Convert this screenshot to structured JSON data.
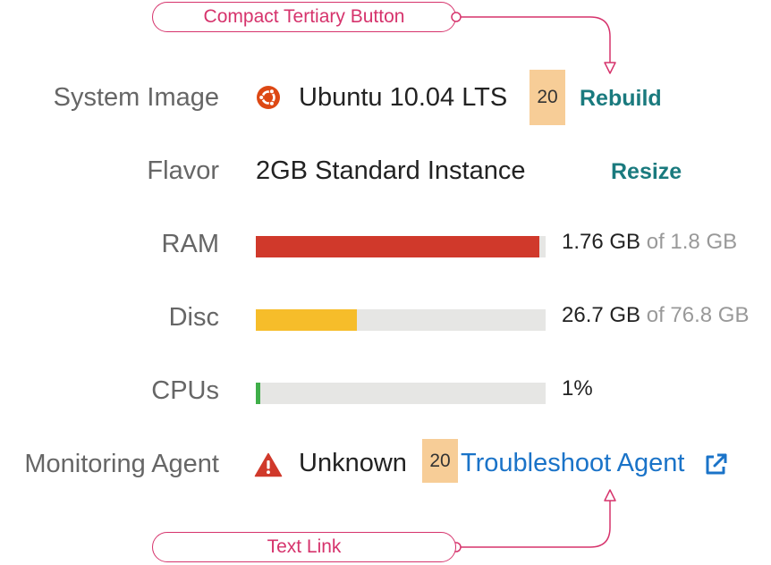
{
  "annotations": {
    "top": "Compact Tertiary Button",
    "bottom": "Text Link"
  },
  "rows": {
    "system_image": {
      "label": "System Image",
      "value": "Ubuntu 10.04 LTS",
      "badge": "20",
      "action": "Rebuild",
      "icon": "ubuntu-logo-icon"
    },
    "flavor": {
      "label": "Flavor",
      "value": "2GB Standard Instance",
      "action": "Resize"
    },
    "ram": {
      "label": "RAM",
      "used": "1.76 GB",
      "of": "of 1.8 GB",
      "fraction": 0.9778,
      "color": "#d0392b"
    },
    "disc": {
      "label": "Disc",
      "used": "26.7 GB",
      "of": "of 76.8 GB",
      "fraction": 0.3477,
      "color": "#f6bd2a"
    },
    "cpus": {
      "label": "CPUs",
      "used": "1%",
      "fraction": 0.01,
      "color": "#3fae49"
    },
    "monitoring": {
      "label": "Monitoring Agent",
      "value": "Unknown",
      "badge": "20",
      "link": "Troubleshoot Agent",
      "icon": "warning-icon",
      "link_icon": "external-link-icon"
    }
  },
  "colors": {
    "annotation": "#d6336c",
    "action": "#1a7a7e",
    "link": "#1a73c8",
    "warning": "#d0392b",
    "ubuntu": "#dd4814",
    "badge": "#f7cd97",
    "track": "#e6e6e4"
  }
}
